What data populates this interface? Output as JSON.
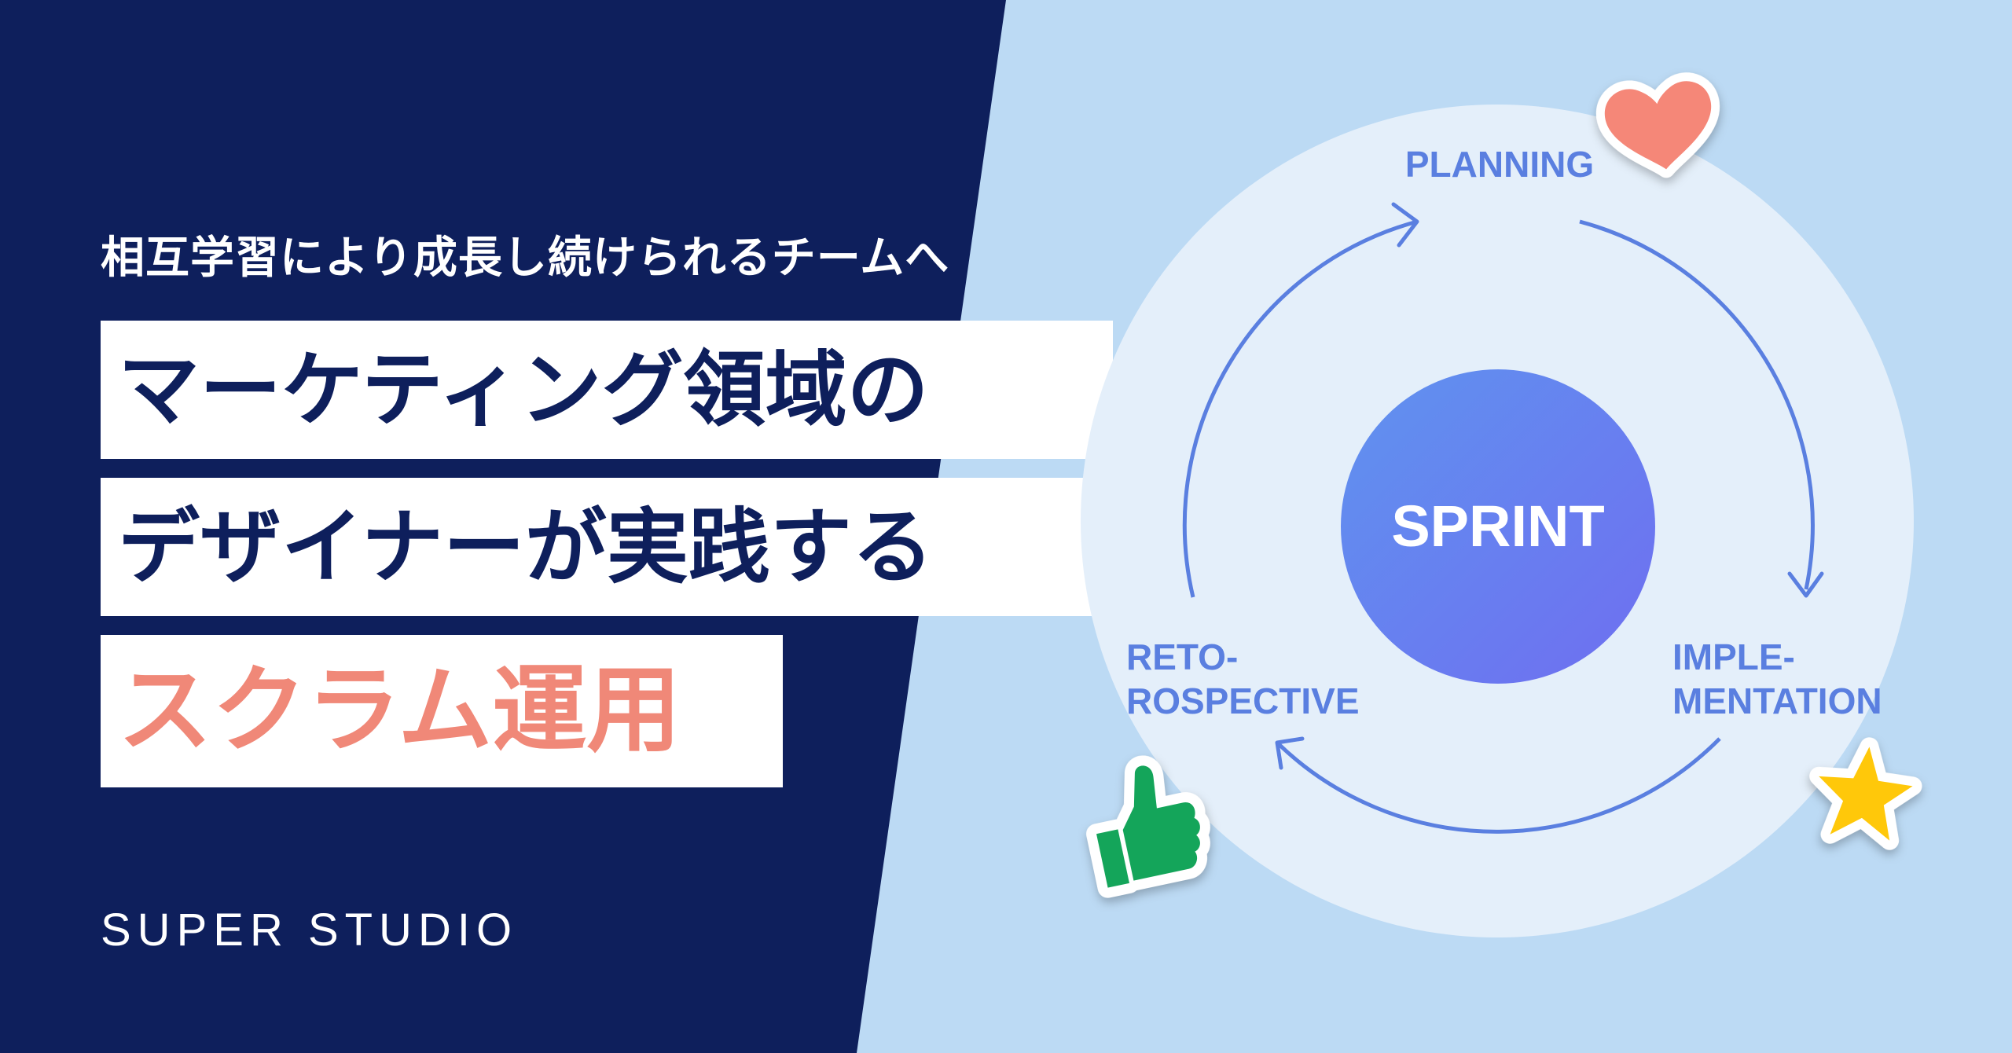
{
  "colors": {
    "navy": "#0e1f5c",
    "light_blue": "#bcdaf4",
    "pale_circle": "#e4effa",
    "accent_blue": "#5a7fe0",
    "coral": "#f08878",
    "white": "#ffffff"
  },
  "subtitle": "相互学習により成長し続けられるチームへ",
  "title": {
    "line1": "マーケティング領域の",
    "line2": "デザイナーが実践する",
    "line3": "スクラム運用"
  },
  "logo_text": "SUPER STUDIO",
  "cycle": {
    "center": "SPRINT",
    "planning": "PLANNING",
    "implementation": [
      "IMPLE-",
      "MENTATION"
    ],
    "retrospective": [
      "RETO-",
      "ROSPECTIVE"
    ]
  },
  "icons": [
    "heart-icon",
    "star-icon",
    "thumbs-up-icon"
  ]
}
